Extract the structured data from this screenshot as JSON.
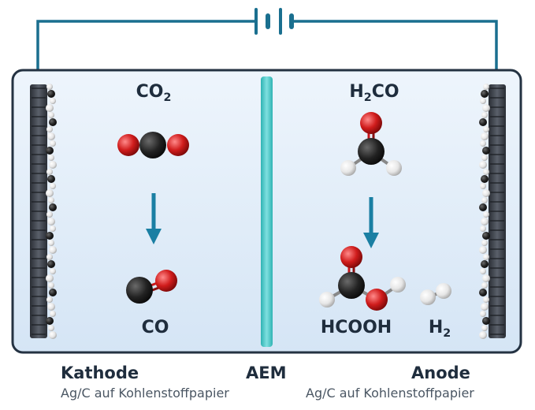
{
  "molecules": {
    "co2": {
      "main": "CO",
      "sub": "2"
    },
    "co": {
      "main": "CO"
    },
    "h2co": {
      "pre": "H",
      "sub": "2",
      "post": "CO"
    },
    "hcooh": {
      "main": "HCOOH"
    },
    "h2": {
      "main": "H",
      "sub": "2"
    }
  },
  "labels": {
    "cathode_title": "Kathode",
    "cathode_sub": "Ag/C auf Kohlenstoffpapier",
    "membrane": "AEM",
    "anode_title": "Anode",
    "anode_sub": "Ag/C auf Kohlenstoffpapier"
  },
  "colors": {
    "wire": "#1a6f8f",
    "arrow": "#1a7fa3",
    "membrane": "#4ac8c8",
    "cell_fill": "#dceaf7",
    "cell_border": "#243242",
    "electrode": "#3a3f47",
    "carbon": "#1e1e1e",
    "oxygen": "#c8161b",
    "hydrogen": "#e8e8e8"
  },
  "icons": [
    "battery-icon",
    "reaction-arrow-icon"
  ]
}
